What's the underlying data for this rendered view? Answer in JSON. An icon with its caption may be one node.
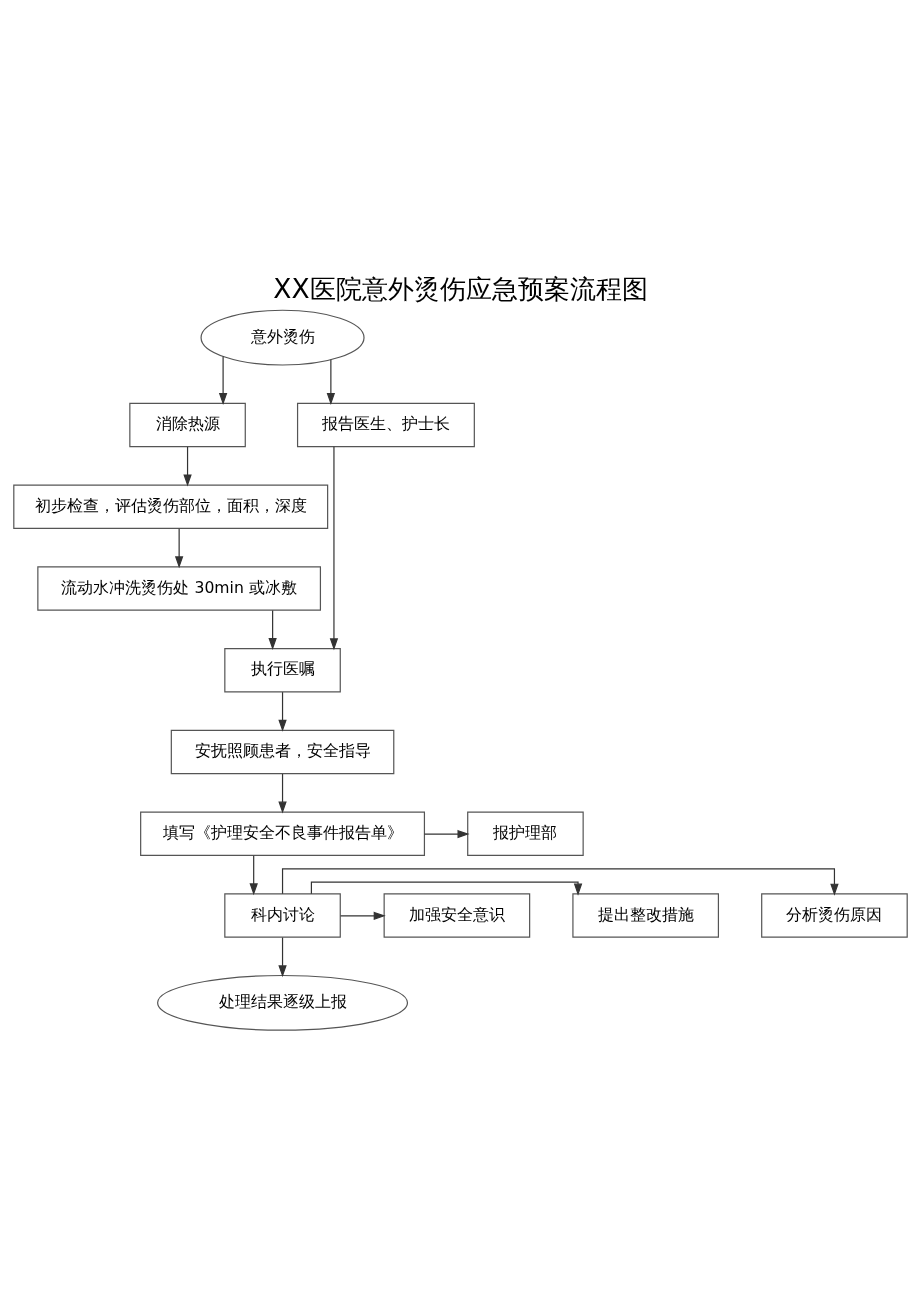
{
  "diagram": {
    "title": "XX医院意外烫伤应急预案流程图",
    "nodes": [
      {
        "text": [
          "意外烫伤"
        ]
      },
      {
        "text": [
          "消除热源"
        ]
      },
      {
        "text": [
          "报告医生、护士长"
        ]
      },
      {
        "text": [
          "初步检查，评估烫伤部位，面积，深度"
        ]
      },
      {
        "text": [
          "流动水冲洗烫伤处 30min 或冰敷"
        ]
      },
      {
        "text": [
          "执行医嘱"
        ]
      },
      {
        "text": [
          "安抚照顾患者，安全指导"
        ]
      },
      {
        "text": [
          "填写《护理安全不良事件报告单》"
        ]
      },
      {
        "text": [
          "报护理部"
        ]
      },
      {
        "text": [
          "科内讨论"
        ]
      },
      {
        "text": [
          "分析烫伤原因"
        ]
      },
      {
        "text": [
          "提出整改措施"
        ]
      },
      {
        "text": [
          "加强安全意识"
        ]
      },
      {
        "text": [
          "处理结果逐级上报"
        ]
      }
    ],
    "edges": [
      {
        "from": 0,
        "to": 1,
        "arrow": "to"
      },
      {
        "from": 0,
        "to": 2,
        "arrow": "to"
      },
      {
        "from": 1,
        "to": 3,
        "arrow": "to"
      },
      {
        "from": 3,
        "to": 4,
        "arrow": "to"
      },
      {
        "from": 4,
        "to": 5,
        "arrow": "to"
      },
      {
        "from": 2,
        "to": 5,
        "arrow": "to"
      },
      {
        "from": 5,
        "to": 6,
        "arrow": "to"
      },
      {
        "from": 6,
        "to": 7,
        "arrow": "to"
      },
      {
        "from": 7,
        "to": 8,
        "arrow": "to"
      },
      {
        "from": 7,
        "to": 9,
        "arrow": "to"
      },
      {
        "from": 9,
        "to": 10,
        "arrow": "to"
      },
      {
        "from": 9,
        "to": 11,
        "arrow": "to"
      },
      {
        "from": 9,
        "to": 12,
        "arrow": "to"
      },
      {
        "from": 9,
        "to": 13,
        "arrow": "to"
      }
    ]
  }
}
